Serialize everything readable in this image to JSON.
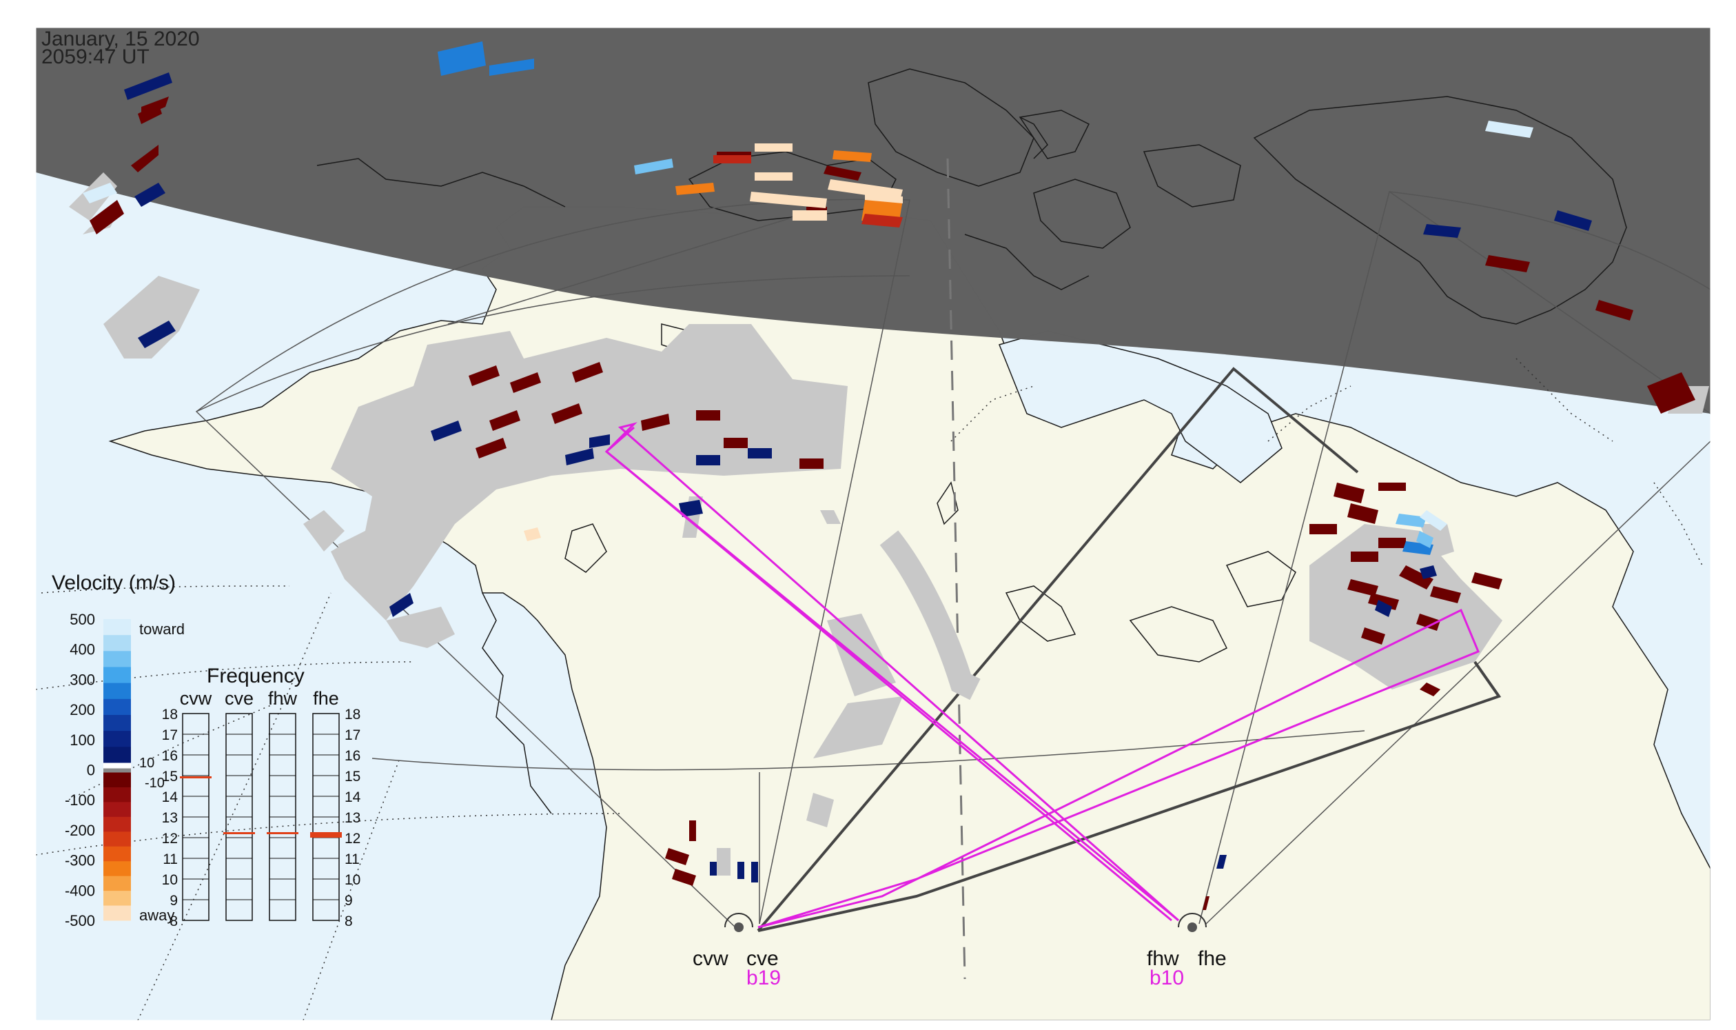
{
  "timestamp": {
    "date": "January, 15 2020",
    "time": "2059:47 UT"
  },
  "colors": {
    "night": "#606060",
    "land": "#f7f7e8",
    "ocean": "#e6f3fb",
    "coast": "#1a1a1a",
    "fov": "#555555",
    "beam": "#e020e0",
    "scatter": "#c8c8c8",
    "frame": "#444444"
  },
  "legend": {
    "title": "Velocity (m/s)",
    "toward": "toward",
    "away": "away",
    "ticks": [
      "500",
      "400",
      "300",
      "200",
      "100",
      "0",
      "-100",
      "-200",
      "-300",
      "-400",
      "-500"
    ],
    "mini_ticks": [
      "10",
      "-10"
    ],
    "palette_toward": [
      "#d8eefb",
      "#aedcf6",
      "#74c2f2",
      "#42a6ec",
      "#1f7ed8",
      "#1558c0",
      "#0f3ba0",
      "#0a2585",
      "#061a70"
    ],
    "palette_away": [
      "#6b0000",
      "#8a0a0a",
      "#a51515",
      "#bf2616",
      "#d63c14",
      "#e85a12",
      "#f27d16",
      "#f7a040",
      "#fbc47a",
      "#fde0bf"
    ]
  },
  "frequency": {
    "title": "Frequency",
    "radars": [
      "cvw",
      "cve",
      "fhw",
      "fhe"
    ],
    "scale": [
      "18",
      "17",
      "16",
      "15",
      "14",
      "13",
      "12",
      "11",
      "10",
      "9",
      "8"
    ],
    "values_mhz": [
      14.9,
      12.2,
      12.2,
      12.2
    ]
  },
  "sites": {
    "cvw": "cvw",
    "cve": "cve",
    "fhw": "fhw",
    "fhe": "fhe",
    "beam_cve": "b19",
    "beam_fhw": "b10"
  }
}
